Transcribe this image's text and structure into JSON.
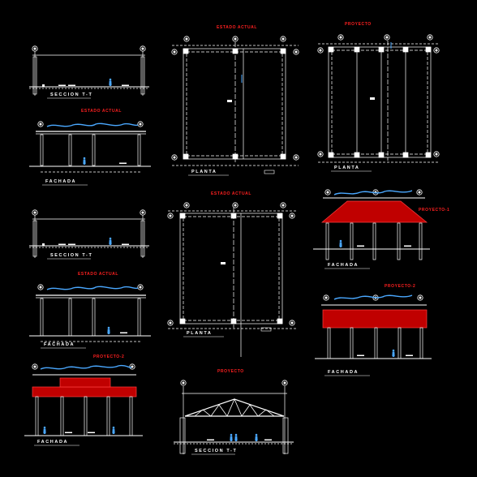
{
  "labels": {
    "estado_actual": "ESTADO ACTUAL",
    "proyecto": "PROYECTO",
    "proyecto_1": "PROYECTO-1",
    "proyecto_2": "PROYECTO-2",
    "seccion": "SECCION T-T",
    "fachada": "FACHADA",
    "planta": "PLANTA"
  },
  "colors": {
    "background": "#000000",
    "line": "#ffffff",
    "title_red": "#ff2020",
    "roof_red": "#c00000",
    "accent_blue": "#4aa8ff"
  }
}
